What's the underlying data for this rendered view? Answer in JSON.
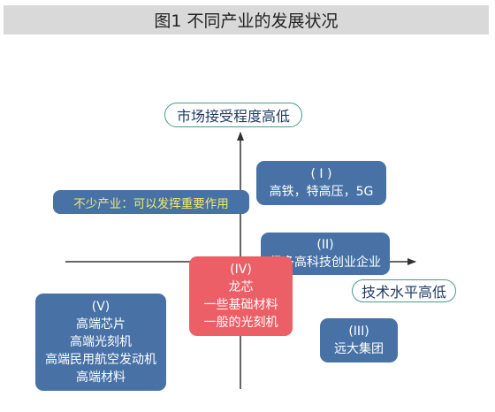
{
  "figure": {
    "title": "图1 不同产业的发展状况"
  },
  "axes": {
    "y_label": "市场接受程度高低",
    "x_label": "技术水平高低"
  },
  "note": {
    "text": "不少产业：可以发挥重要作用"
  },
  "quadrants": {
    "q1": {
      "numeral": "( I )",
      "lines": [
        "高铁，特高压，5G"
      ]
    },
    "q2": {
      "numeral": "(II)",
      "lines": [
        "很多高科技创业企业"
      ]
    },
    "q3": {
      "numeral": "(III)",
      "lines": [
        "远大集团"
      ]
    },
    "q4": {
      "numeral": "(IV)",
      "lines": [
        "龙芯",
        "一些基础材料",
        "一般的光刻机"
      ]
    },
    "q5": {
      "numeral": "(V)",
      "lines": [
        "高端芯片",
        "高端光刻机",
        "高端民用航空发动机",
        "高端材料"
      ]
    }
  },
  "colors": {
    "box_blue": "#4872a6",
    "box_red": "#ec5f66",
    "note_text": "#f2e96a",
    "pill_border": "#4a9a8c",
    "axis": "#333333"
  }
}
